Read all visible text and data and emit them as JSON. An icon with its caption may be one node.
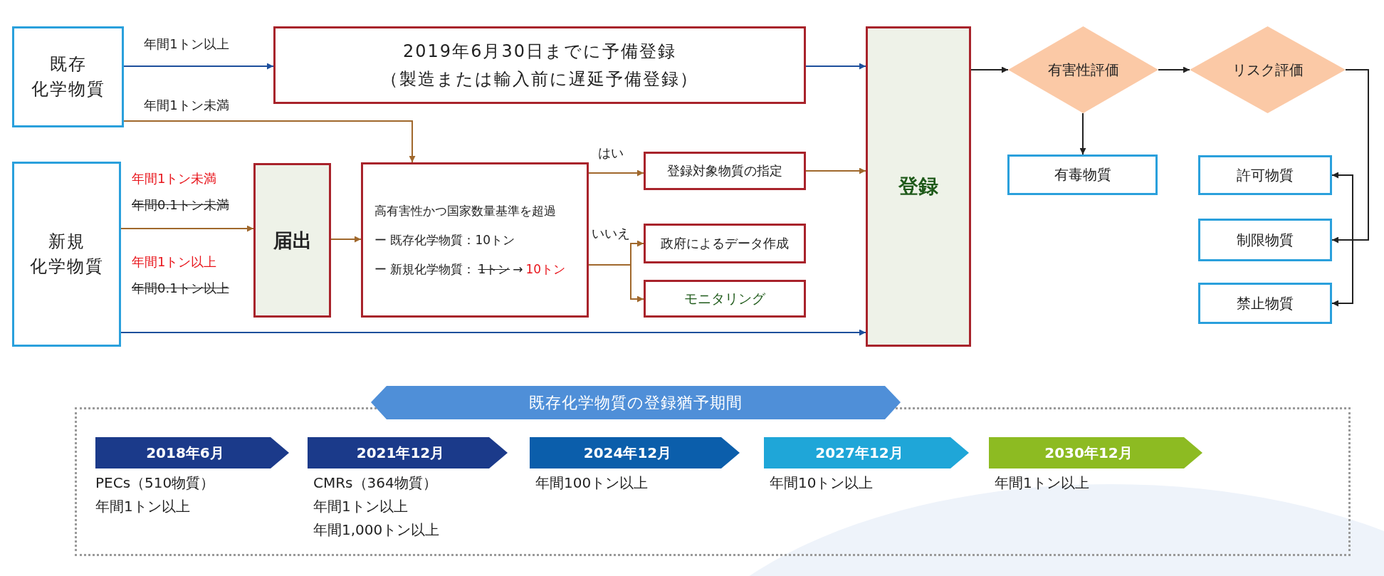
{
  "diagram": {
    "nodes": [
      {
        "text": [
          "既存",
          "化学物質"
        ]
      },
      {
        "text": [
          "新規",
          "化学物質"
        ]
      },
      {
        "text": [
          "2019年6月30日までに予備登録",
          "（製造または輸入前に遅延予備登録）"
        ]
      },
      {
        "text": [
          "届出"
        ]
      },
      {
        "text": [
          "高有害性かつ国家数量基準を超過",
          "ー 既存化学物質：10トン",
          "ー 新規化学物質：",
          "1トン",
          "→",
          "10トン"
        ]
      },
      {
        "text": [
          "登録対象物質の指定"
        ]
      },
      {
        "text": [
          "政府によるデータ作成"
        ]
      },
      {
        "text": [
          "モニタリング"
        ]
      },
      {
        "text": [
          "登録"
        ]
      },
      {
        "text": [
          "有害性評価"
        ]
      },
      {
        "text": [
          "リスク評価"
        ]
      },
      {
        "text": [
          "有毒物質"
        ]
      },
      {
        "text": [
          "許可物質"
        ]
      },
      {
        "text": [
          "制限物質"
        ]
      },
      {
        "text": [
          "禁止物質"
        ]
      },
      {
        "text": [
          "既存化学物質の登録猶予期間"
        ]
      },
      {
        "text": [
          "2018年6月"
        ],
        "in": 15,
        "beside": [
          "PECs（510物質）",
          "年間1トン以上"
        ]
      },
      {
        "text": [
          "2021年12月"
        ],
        "in": 15,
        "beside": [
          "CMRs（364物質）",
          "年間1トン以上",
          "年間1,000トン以上"
        ]
      },
      {
        "text": [
          "2024年12月"
        ],
        "in": 15,
        "beside": [
          "年間100トン以上"
        ]
      },
      {
        "text": [
          "2027年12月"
        ],
        "in": 15,
        "beside": [
          "年間10トン以上"
        ]
      },
      {
        "text": [
          "2030年12月"
        ],
        "in": 15,
        "beside": [
          "年間1トン以上"
        ]
      }
    ],
    "edges": [
      {
        "from": 0,
        "to": 2,
        "arrow": "to",
        "label": "年間1トン以上",
        "color": "#1d4f9c"
      },
      {
        "from": 0,
        "to": 4,
        "arrow": "to",
        "label": "年間1トン未満"
      },
      {
        "from": 1,
        "to": 3,
        "arrow": "to"
      },
      {
        "from": 1,
        "to": 8,
        "arrow": "to",
        "color": "#1d4f9c"
      },
      {
        "from": 2,
        "to": 8,
        "arrow": "to",
        "color": "#1d4f9c"
      },
      {
        "from": 3,
        "to": 4,
        "arrow": "to"
      },
      {
        "from": 4,
        "to": 5,
        "arrow": "to",
        "label": "はい"
      },
      {
        "from": 4,
        "to": 6,
        "arrow": "to",
        "label": "いいえ"
      },
      {
        "from": 4,
        "to": 7,
        "arrow": "to"
      },
      {
        "from": 5,
        "to": 8,
        "arrow": "to"
      },
      {
        "from": 8,
        "to": 9,
        "arrow": "to",
        "color": "#222222"
      },
      {
        "from": 9,
        "to": 10,
        "arrow": "to",
        "color": "#222222"
      },
      {
        "from": 9,
        "to": 11,
        "arrow": "to",
        "color": "#222222"
      },
      {
        "from": 10,
        "to": 12,
        "arrow": "to",
        "color": "#222222"
      },
      {
        "from": 10,
        "to": 13,
        "arrow": "to",
        "color": "#222222"
      },
      {
        "from": 10,
        "to": 14,
        "arrow": "to",
        "color": "#222222"
      }
    ],
    "labels": [
      "年間1トン未満",
      "年間0.1トン未満",
      "年間1トン以上",
      "年間0.1トン以上"
    ]
  }
}
